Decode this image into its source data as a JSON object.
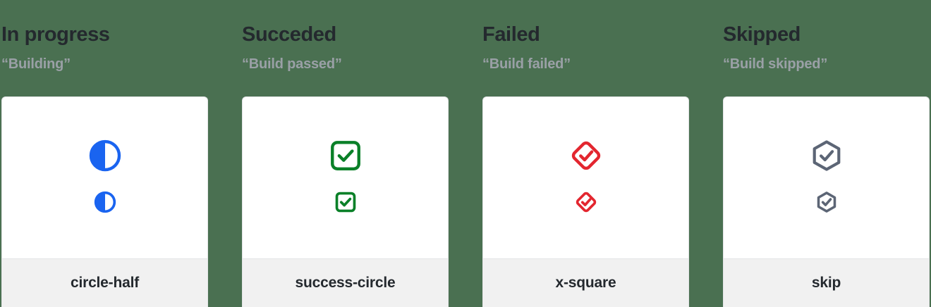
{
  "page": {
    "background_color": "#4a7051",
    "card_background": "#ffffff",
    "card_footer_background": "#f1f1f1",
    "card_border_color": "#e3e4e6"
  },
  "columns": [
    {
      "status_title": "In progress",
      "status_quote": "“Building”",
      "icon_name": "circle-half-icon",
      "icon_label": "circle-half",
      "icon_color": "#1a64f0"
    },
    {
      "status_title": "Succeded",
      "status_quote": "“Build passed”",
      "icon_name": "success-circle-icon",
      "icon_label": "success-circle",
      "icon_color": "#0a8028"
    },
    {
      "status_title": "Failed",
      "status_quote": "“Build failed”",
      "icon_name": "x-square-icon",
      "icon_label": "x-square",
      "icon_color": "#e3262f"
    },
    {
      "status_title": "Skipped",
      "status_quote": "“Build skipped”",
      "icon_name": "skip-icon",
      "icon_label": "skip",
      "icon_color": "#5c6575"
    }
  ]
}
